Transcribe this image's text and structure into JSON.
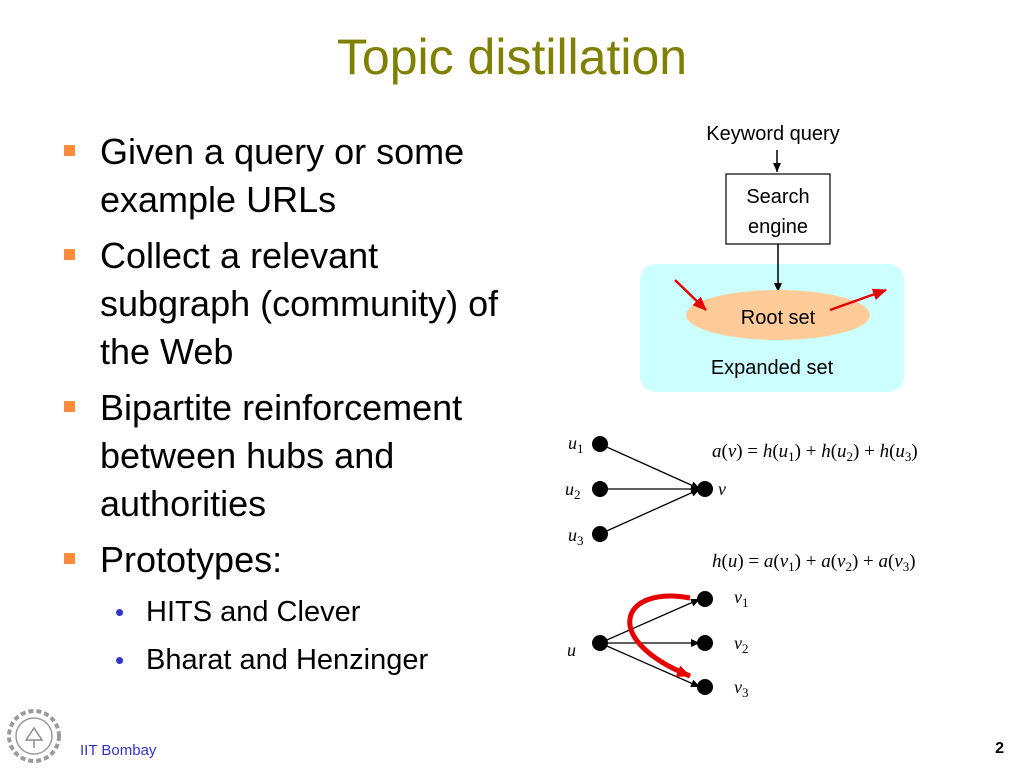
{
  "slide": {
    "title": "Topic distillation",
    "bullets": [
      {
        "text": "Given a query or some example URLs"
      },
      {
        "text": "Collect a relevant subgraph (community) of the Web"
      },
      {
        "text": "Bipartite reinforcement between hubs and authorities"
      },
      {
        "text": "Prototypes:"
      }
    ],
    "sub_bullets": [
      {
        "text": "HITS and Clever"
      },
      {
        "text": "Bharat and Henzinger"
      }
    ]
  },
  "diagram": {
    "keyword_query": "Keyword query",
    "search_engine_line1": "Search",
    "search_engine_line2": "engine",
    "root_set": "Root set",
    "expanded_set": "Expanded set",
    "nodes_top": [
      "u1",
      "u2",
      "u3"
    ],
    "target_top": "v",
    "formula_a": "a(v) = h(u1) + h(u2) + h(u3)",
    "formula_h": "h(u) = a(v1) + a(v2) + a(v3)",
    "nodes_bottom": [
      "v1",
      "v2",
      "v3"
    ],
    "source_bottom": "u"
  },
  "colors": {
    "title": "#808000",
    "bullet_square": "#ff8a3c",
    "sub_bullet_dot": "#3333cc",
    "expanded_set_fill": "#ccffff",
    "root_set_fill": "#ffcc99",
    "red_arrow": "#e60000",
    "footer_text": "#3333cc"
  },
  "footer": {
    "institute": "IIT Bombay",
    "page": "2"
  }
}
